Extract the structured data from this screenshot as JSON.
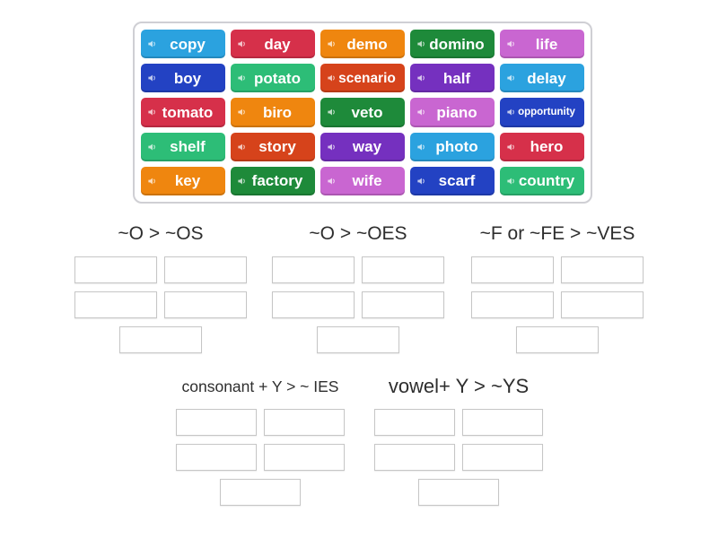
{
  "icons": {
    "tile_audio": "speaker"
  },
  "colors": {
    "sky_blue": "#2BA2DF",
    "crimson": "#D6304A",
    "orange": "#EF860F",
    "forest_green": "#1E8A3A",
    "orchid": "#C966D1",
    "royal_blue": "#2342C3",
    "emerald": "#2DBD77",
    "vermillion": "#D6431B",
    "violet": "#7530BF",
    "slot_border": "#C6C6C6",
    "board_border": "#CFCFD4",
    "title_text": "#2E2E2E",
    "tile_text": "#FFFFFF"
  },
  "board": {
    "tiles": [
      {
        "label": "copy",
        "color": "#2BA2DF"
      },
      {
        "label": "day",
        "color": "#D6304A"
      },
      {
        "label": "demo",
        "color": "#EF860F"
      },
      {
        "label": "domino",
        "color": "#1E8A3A"
      },
      {
        "label": "life",
        "color": "#C966D1"
      },
      {
        "label": "boy",
        "color": "#2342C3"
      },
      {
        "label": "potato",
        "color": "#2DBD77"
      },
      {
        "label": "scenario",
        "color": "#D6431B"
      },
      {
        "label": "half",
        "color": "#7530BF"
      },
      {
        "label": "delay",
        "color": "#2BA2DF"
      },
      {
        "label": "tomato",
        "color": "#D6304A"
      },
      {
        "label": "biro",
        "color": "#EF860F"
      },
      {
        "label": "veto",
        "color": "#1E8A3A"
      },
      {
        "label": "piano",
        "color": "#C966D1"
      },
      {
        "label": "opportunity",
        "color": "#2342C3"
      },
      {
        "label": "shelf",
        "color": "#2DBD77"
      },
      {
        "label": "story",
        "color": "#D6431B"
      },
      {
        "label": "way",
        "color": "#7530BF"
      },
      {
        "label": "photo",
        "color": "#2BA2DF"
      },
      {
        "label": "hero",
        "color": "#D6304A"
      },
      {
        "label": "key",
        "color": "#EF860F"
      },
      {
        "label": "factory",
        "color": "#1E8A3A"
      },
      {
        "label": "wife",
        "color": "#C966D1"
      },
      {
        "label": "scarf",
        "color": "#2342C3"
      },
      {
        "label": "country",
        "color": "#2DBD77"
      }
    ]
  },
  "groups": [
    {
      "title": "~O > ~OS",
      "slot_count": 5
    },
    {
      "title": "~O > ~OES",
      "slot_count": 5
    },
    {
      "title": "~F or ~FE > ~VES",
      "slot_count": 5
    },
    {
      "title": "consonant + Y > ~ IES",
      "slot_count": 5
    },
    {
      "title": "vowel+ Y > ~YS",
      "slot_count": 5
    }
  ]
}
